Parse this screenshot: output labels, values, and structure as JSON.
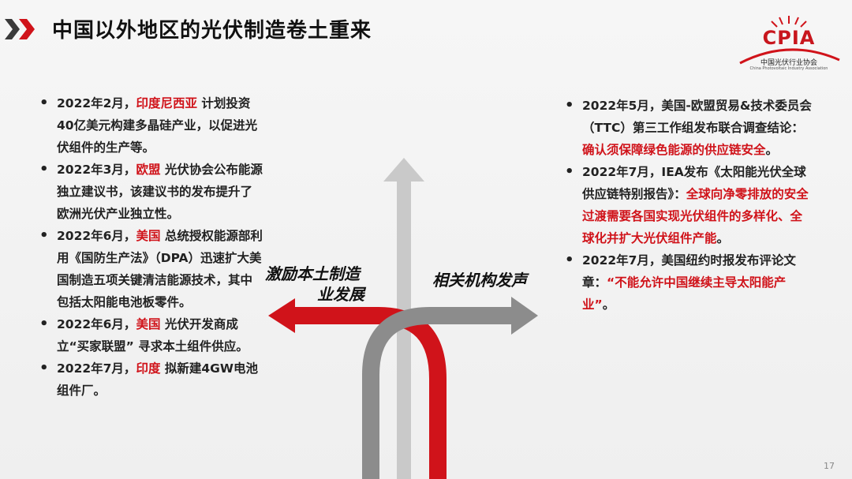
{
  "title": "中国以外地区的光伏制造卷土重来",
  "logo": {
    "abbr": "CPIA",
    "name_cn": "中国光伏行业协会",
    "name_en": "China Photovoltaic Industry Association"
  },
  "left_label_line1": "激励本土制造",
  "left_label_line2": "业发展",
  "right_label": "相关机构发声",
  "left_items": [
    {
      "pre": "2022年2月，",
      "hl": "印度尼西亚",
      "post": " 计划投资40亿美元构建多晶硅产业，以促进光伏组件的生产等。"
    },
    {
      "pre": "2022年3月，",
      "hl": "欧盟",
      "post": " 光伏协会公布能源独立建议书，该建议书的发布提升了欧洲光伏产业独立性。"
    },
    {
      "pre": "2022年6月，",
      "hl": "美国",
      "post": " 总统授权能源部利用《国防生产法》（DPA）迅速扩大美国制造五项关键清洁能源技术，其中包括太阳能电池板零件。"
    },
    {
      "pre": "2022年6月，",
      "hl": "美国",
      "post": " 光伏开发商成立“买家联盟” 寻求本土组件供应。"
    },
    {
      "pre": "2022年7月，",
      "hl": "印度",
      "post": " 拟新建4GW电池组件厂。"
    }
  ],
  "right_items": [
    {
      "pre": "2022年5月，美国-欧盟贸易&技术委员会（TTC）第三工作组发布联合调查结论：",
      "hl": "确认须保障绿色能源的供应链安全",
      "post": "。"
    },
    {
      "pre": "2022年7月，IEA发布《太阳能光伏全球供应链特别报告》：",
      "hl": "全球向净零排放的安全过渡需要各国实现光伏组件的多样化、全球化并扩大光伏组件产能",
      "post": "。"
    },
    {
      "pre": "2022年7月，美国纽约时报发布评论文章：",
      "hl": "“不能允许中国继续主导太阳能产业”",
      "post": "。"
    }
  ],
  "page_number": "17",
  "colors": {
    "accent": "#d0131a",
    "arrow_gray_dark": "#8c8c8c",
    "arrow_gray_light": "#c9c9c9"
  }
}
